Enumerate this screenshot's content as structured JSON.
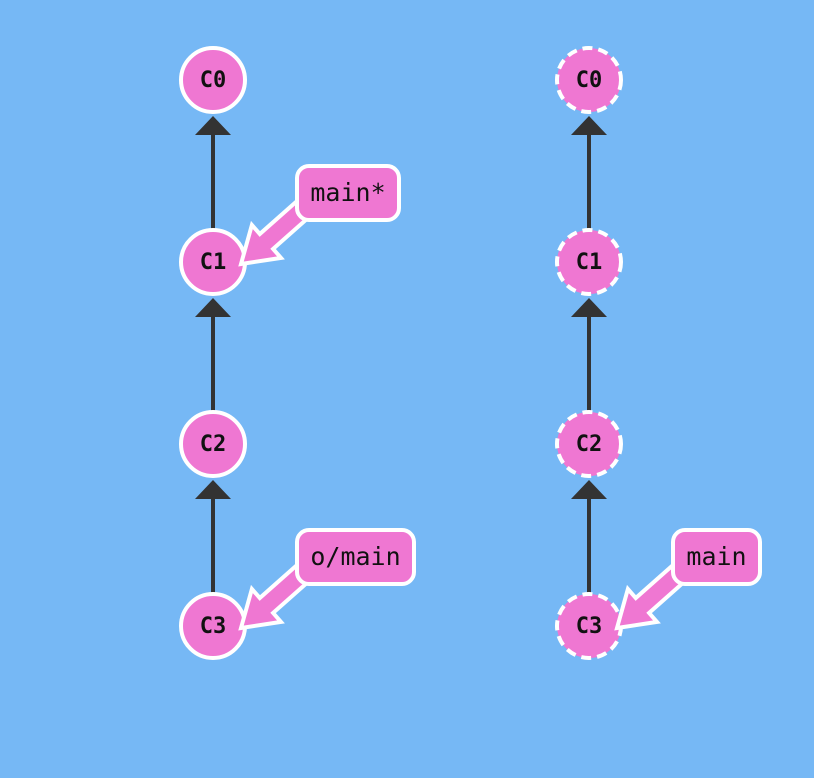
{
  "colors": {
    "background": "#76b8f5",
    "commit_fill": "#ef77d2",
    "commit_stroke": "#ffffff",
    "edge": "#333333",
    "label_fill": "#ef77d2",
    "label_stroke": "#ffffff",
    "text": "#111111"
  },
  "local_repo": {
    "commits": [
      {
        "id": "C0",
        "dashed": false
      },
      {
        "id": "C1",
        "dashed": false
      },
      {
        "id": "C2",
        "dashed": false
      },
      {
        "id": "C3",
        "dashed": false
      }
    ],
    "edges": [
      {
        "from": "C1",
        "to": "C0"
      },
      {
        "from": "C2",
        "to": "C1"
      },
      {
        "from": "C3",
        "to": "C2"
      }
    ],
    "branches": [
      {
        "name": "main*",
        "target": "C1"
      },
      {
        "name": "o/main",
        "target": "C3"
      }
    ]
  },
  "remote_repo": {
    "commits": [
      {
        "id": "C0",
        "dashed": true
      },
      {
        "id": "C1",
        "dashed": true
      },
      {
        "id": "C2",
        "dashed": true
      },
      {
        "id": "C3",
        "dashed": true
      }
    ],
    "edges": [
      {
        "from": "C1",
        "to": "C0"
      },
      {
        "from": "C2",
        "to": "C1"
      },
      {
        "from": "C3",
        "to": "C2"
      }
    ],
    "branches": [
      {
        "name": "main",
        "target": "C3"
      }
    ]
  }
}
